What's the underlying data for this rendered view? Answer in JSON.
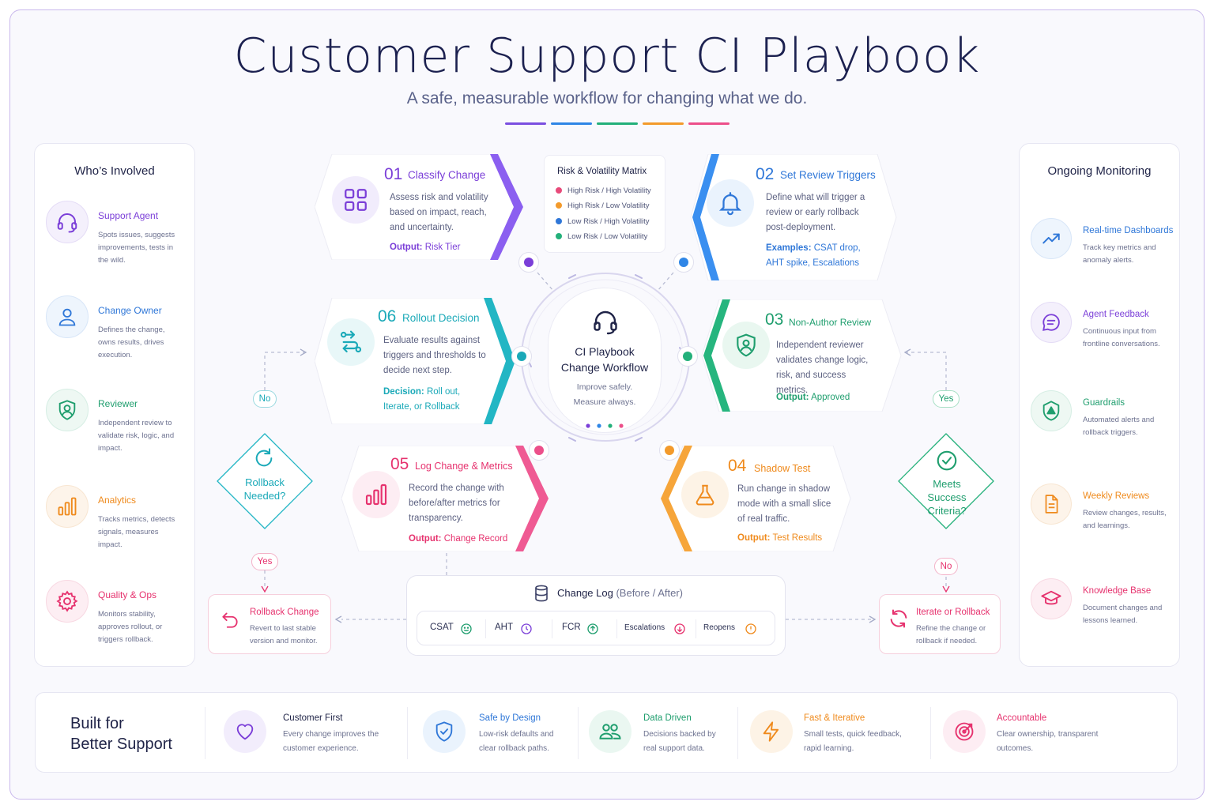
{
  "header": {
    "title": "Customer Support CI Playbook",
    "subtitle": "A safe, measurable workflow for changing what we do.",
    "accent_colors": [
      "#7b4fe0",
      "#2f86e6",
      "#23b07a",
      "#f39a2b",
      "#ec4f8a"
    ]
  },
  "roles": {
    "title": "Who’s Involved",
    "items": [
      {
        "name": "Support Agent",
        "desc": "Spots issues, suggests improvements, tests in the wild.",
        "color": "#7b3fd8",
        "icon": "headset-icon"
      },
      {
        "name": "Change Owner",
        "desc": "Defines the change, owns results, drives execution.",
        "color": "#2f77d8",
        "icon": "user-icon"
      },
      {
        "name": "Reviewer",
        "desc": "Independent review to validate risk, logic, and impact.",
        "color": "#1f9e6e",
        "icon": "user-shield-icon"
      },
      {
        "name": "Analytics",
        "desc": "Tracks metrics, detects signals, measures impact.",
        "color": "#ef8a1c",
        "icon": "bar-chart-icon"
      },
      {
        "name": "Quality & Ops",
        "desc": "Monitors stability, approves rollout, or triggers rollback.",
        "color": "#e6326e",
        "icon": "gear-icon"
      }
    ]
  },
  "monitoring": {
    "title": "Ongoing Monitoring",
    "items": [
      {
        "name": "Real-time Dashboards",
        "desc": "Track key metrics and anomaly alerts.",
        "color": "#2f77d8",
        "icon": "trend-up-icon"
      },
      {
        "name": "Agent Feedback",
        "desc": "Continuous input from frontline conversations.",
        "color": "#7b3fd8",
        "icon": "chat-icon"
      },
      {
        "name": "Guardrails",
        "desc": "Automated alerts and rollback triggers.",
        "color": "#1f9e6e",
        "icon": "shield-alert-icon"
      },
      {
        "name": "Weekly Reviews",
        "desc": "Review changes, results, and learnings.",
        "color": "#ef8a1c",
        "icon": "document-icon"
      },
      {
        "name": "Knowledge Base",
        "desc": "Document changes and lessons learned.",
        "color": "#e6326e",
        "icon": "graduation-cap-icon"
      }
    ]
  },
  "steps": {
    "s01": {
      "num": "01",
      "title": "Classify Change",
      "desc": "Assess risk and volatility based on impact, reach, and uncertainty.",
      "out_label": "Output:",
      "out_value": "Risk Tier",
      "color": "#7b3fd8",
      "icon": "grid-icon"
    },
    "s02": {
      "num": "02",
      "title": "Set Review Triggers",
      "desc": "Define what will trigger a review or early rollback post-deployment.",
      "out_label": "Examples:",
      "out_value": "CSAT drop, AHT spike, Escalations",
      "color": "#2f77d8",
      "icon": "bell-icon"
    },
    "s03": {
      "num": "03",
      "title": "Non-Author Review",
      "desc": "Independent reviewer validates change logic, risk, and success metrics.",
      "out_label": "Output:",
      "out_value": "Approved",
      "color": "#1f9e6e",
      "icon": "shield-user-icon"
    },
    "s04": {
      "num": "04",
      "title": "Shadow Test",
      "desc": "Run change in shadow mode with a small slice of real traffic.",
      "out_label": "Output:",
      "out_value": "Test Results",
      "color": "#ef8a1c",
      "icon": "flask-icon"
    },
    "s05": {
      "num": "05",
      "title": "Log Change & Metrics",
      "desc": "Record the change with before/after metrics for transparency.",
      "out_label": "Output:",
      "out_value": "Change Record",
      "color": "#e6326e",
      "icon": "bar-chart-icon"
    },
    "s06": {
      "num": "06",
      "title": "Rollout Decision",
      "desc": "Evaluate results against triggers and thresholds to decide next step.",
      "out_label": "Decision:",
      "out_value": "Roll out, Iterate, or Rollback",
      "color": "#1aa9b8",
      "icon": "arrows-swap-icon"
    }
  },
  "matrix": {
    "title": "Risk & Volatility Matrix",
    "items": [
      {
        "label": "High Risk / High Volatility",
        "color": "#e84a7a"
      },
      {
        "label": "High Risk / Low Volatility",
        "color": "#f39a2b"
      },
      {
        "label": "Low Risk / High Volatility",
        "color": "#2f77d8"
      },
      {
        "label": "Low Risk / Low Volatility",
        "color": "#23b07a"
      }
    ]
  },
  "hub": {
    "title_line1": "CI Playbook",
    "title_line2": "Change Workflow",
    "sub_line1": "Improve safely.",
    "sub_line2": "Measure always.",
    "icon": "headset-icon"
  },
  "decisions": {
    "left": {
      "line1": "Rollback",
      "line2": "Needed?",
      "no": "No",
      "yes": "Yes",
      "color": "#1aa9b8",
      "icon": "refresh-icon"
    },
    "right": {
      "line1": "Meets",
      "line2": "Success",
      "line3": "Criteria?",
      "yes": "Yes",
      "no": "No",
      "color": "#1f9e6e",
      "icon": "check-circle-icon"
    }
  },
  "outcomes": {
    "rollback": {
      "title": "Rollback Change",
      "desc": "Revert to last stable version and monitor.",
      "color": "#e6326e",
      "icon": "undo-icon"
    },
    "iterate": {
      "title": "Iterate or Rollback",
      "desc": "Refine the change or rollback if needed.",
      "color": "#e6326e",
      "icon": "cycle-icon"
    }
  },
  "change_log": {
    "title": "Change Log",
    "title_suffix": "(Before / After)",
    "icon": "database-icon",
    "metrics": [
      {
        "label": "CSAT",
        "icon": "smile-icon",
        "color": "#1f9e6e"
      },
      {
        "label": "AHT",
        "icon": "clock-icon",
        "color": "#7b3fd8"
      },
      {
        "label": "FCR",
        "icon": "arrow-up-circle-icon",
        "color": "#1f9e6e"
      },
      {
        "label": "Escalations",
        "icon": "arrow-down-circle-icon",
        "color": "#e6326e"
      },
      {
        "label": "Reopens",
        "icon": "exclamation-circle-icon",
        "color": "#ef8a1c"
      }
    ]
  },
  "footer": {
    "title_line1": "Built for",
    "title_line2": "Better Support",
    "items": [
      {
        "name": "Customer First",
        "desc": "Every change improves the customer experience.",
        "color": "#7b3fd8",
        "name_color": "#1f2347",
        "icon": "heart-icon"
      },
      {
        "name": "Safe by Design",
        "desc": "Low-risk defaults and clear rollback paths.",
        "color": "#2f77d8",
        "name_color": "#2f77d8",
        "icon": "shield-check-icon"
      },
      {
        "name": "Data Driven",
        "desc": "Decisions backed by real support data.",
        "color": "#1f9e6e",
        "name_color": "#1f9e6e",
        "icon": "users-icon"
      },
      {
        "name": "Fast & Iterative",
        "desc": "Small tests, quick feedback, rapid learning.",
        "color": "#ef8a1c",
        "name_color": "#ef8a1c",
        "icon": "lightning-icon"
      },
      {
        "name": "Accountable",
        "desc": "Clear ownership, transparent outcomes.",
        "color": "#e6326e",
        "name_color": "#e6326e",
        "icon": "target-icon"
      }
    ]
  }
}
